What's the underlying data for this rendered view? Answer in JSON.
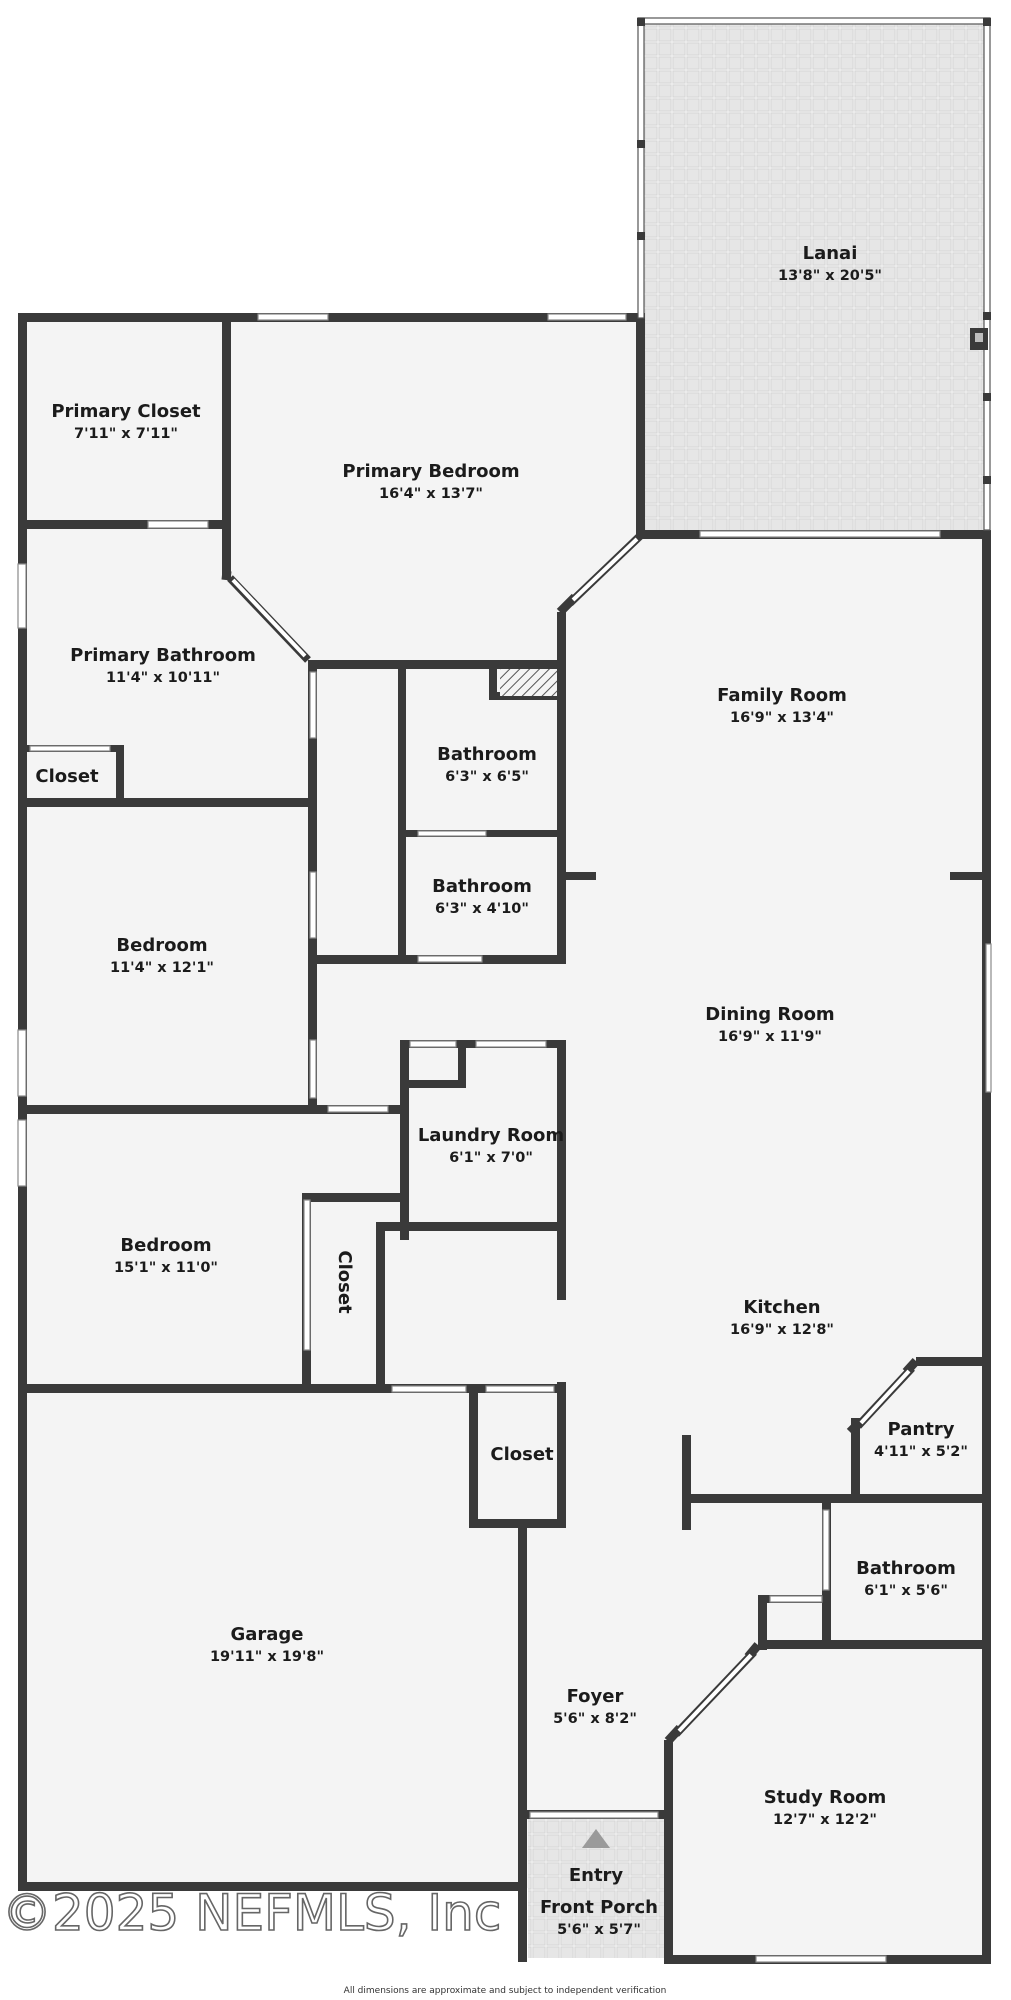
{
  "rooms": {
    "lanai": {
      "name": "Lanai",
      "dim": "13'8\" x 20'5\""
    },
    "primary_closet": {
      "name": "Primary Closet",
      "dim": "7'11\" x 7'11\""
    },
    "primary_bedroom": {
      "name": "Primary Bedroom",
      "dim": "16'4\" x 13'7\""
    },
    "primary_bathroom": {
      "name": "Primary Bathroom",
      "dim": "11'4\" x 10'11\""
    },
    "closet_1": {
      "name": "Closet"
    },
    "bathroom_1": {
      "name": "Bathroom",
      "dim": "6'3\" x 6'5\""
    },
    "bathroom_2": {
      "name": "Bathroom",
      "dim": "6'3\" x 4'10\""
    },
    "family_room": {
      "name": "Family Room",
      "dim": "16'9\" x 13'4\""
    },
    "bedroom_1": {
      "name": "Bedroom",
      "dim": "11'4\" x 12'1\""
    },
    "dining_room": {
      "name": "Dining Room",
      "dim": "16'9\" x 11'9\""
    },
    "laundry_room": {
      "name": "Laundry Room",
      "dim": "6'1\" x 7'0\""
    },
    "bedroom_2": {
      "name": "Bedroom",
      "dim": "15'1\" x 11'0\""
    },
    "closet_2": {
      "name": "Closet"
    },
    "kitchen": {
      "name": "Kitchen",
      "dim": "16'9\" x 12'8\""
    },
    "pantry": {
      "name": "Pantry",
      "dim": "4'11\" x 5'2\""
    },
    "closet_3": {
      "name": "Closet"
    },
    "bathroom_3": {
      "name": "Bathroom",
      "dim": "6'1\" x 5'6\""
    },
    "garage": {
      "name": "Garage",
      "dim": "19'11\" x 19'8\""
    },
    "foyer": {
      "name": "Foyer",
      "dim": "5'6\" x 8'2\""
    },
    "study_room": {
      "name": "Study Room",
      "dim": "12'7\" x 12'2\""
    },
    "entry": {
      "name": "Entry"
    },
    "front_porch": {
      "name": "Front Porch",
      "dim": "5'6\" x 5'7\""
    }
  },
  "watermark": "©2025 NEFMLS, Inc",
  "disclaimer": "All dimensions are approximate and subject to independent verification",
  "colors": {
    "wall": "#3a3a3a",
    "floor": "#f4f4f4",
    "lanai_tile": "#e4e4e4"
  }
}
